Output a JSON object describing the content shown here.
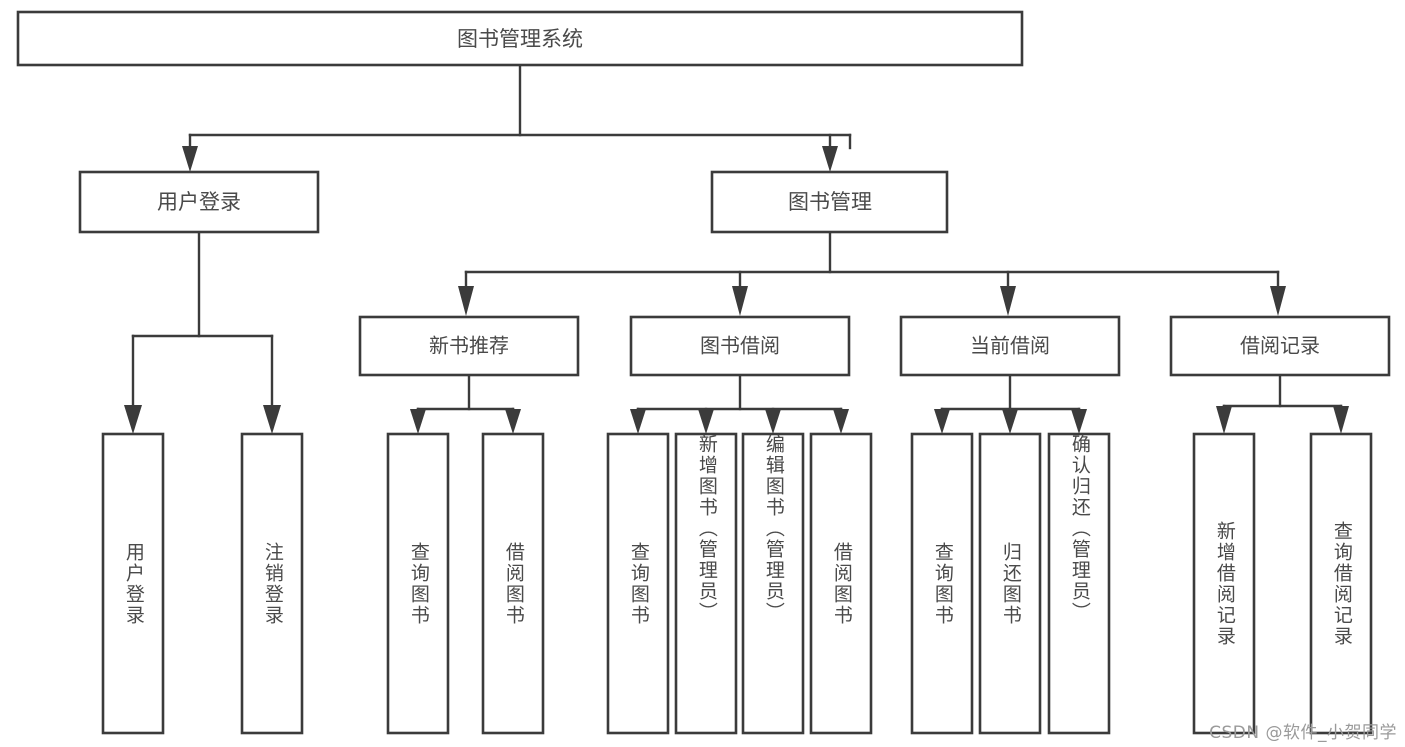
{
  "diagram": {
    "title_node": {
      "label": "图书管理系统"
    },
    "level2": [
      {
        "id": "user-login",
        "label": "用户登录"
      },
      {
        "id": "book-management",
        "label": "图书管理"
      }
    ],
    "level3": [
      {
        "id": "new-book-recommend",
        "label": "新书推荐",
        "parent": "book-management"
      },
      {
        "id": "book-borrow",
        "label": "图书借阅",
        "parent": "book-management"
      },
      {
        "id": "current-borrow",
        "label": "当前借阅",
        "parent": "book-management"
      },
      {
        "id": "borrow-record",
        "label": "借阅记录",
        "parent": "book-management"
      }
    ],
    "leaves": [
      {
        "id": "leaf-user-login",
        "label": "用户登录",
        "parent": "user-login"
      },
      {
        "id": "leaf-logout-login",
        "label": "注销登录",
        "parent": "user-login"
      },
      {
        "id": "leaf-query-book-1",
        "label": "查询图书",
        "parent": "new-book-recommend"
      },
      {
        "id": "leaf-borrow-book-1",
        "label": "借阅图书",
        "parent": "new-book-recommend"
      },
      {
        "id": "leaf-query-book-2",
        "label": "查询图书",
        "parent": "book-borrow"
      },
      {
        "id": "leaf-add-book",
        "label": "新增图书（管理员）",
        "parent": "book-borrow"
      },
      {
        "id": "leaf-edit-book",
        "label": "编辑图书（管理员）",
        "parent": "book-borrow"
      },
      {
        "id": "leaf-borrow-book-2",
        "label": "借阅图书",
        "parent": "book-borrow"
      },
      {
        "id": "leaf-query-book-3",
        "label": "查询图书",
        "parent": "current-borrow"
      },
      {
        "id": "leaf-return-book",
        "label": "归还图书",
        "parent": "current-borrow"
      },
      {
        "id": "leaf-confirm-return",
        "label": "确认归还（管理员）",
        "parent": "current-borrow"
      },
      {
        "id": "leaf-add-record",
        "label": "新增借阅记录",
        "parent": "borrow-record"
      },
      {
        "id": "leaf-query-record",
        "label": "查询借阅记录",
        "parent": "borrow-record"
      }
    ],
    "watermark": "CSDN @软件_小贺同学",
    "colors": {
      "stroke": "#3b3b3b",
      "text": "#4a4a4a",
      "background": "#ffffff",
      "watermark": "#9a9a9a"
    }
  }
}
